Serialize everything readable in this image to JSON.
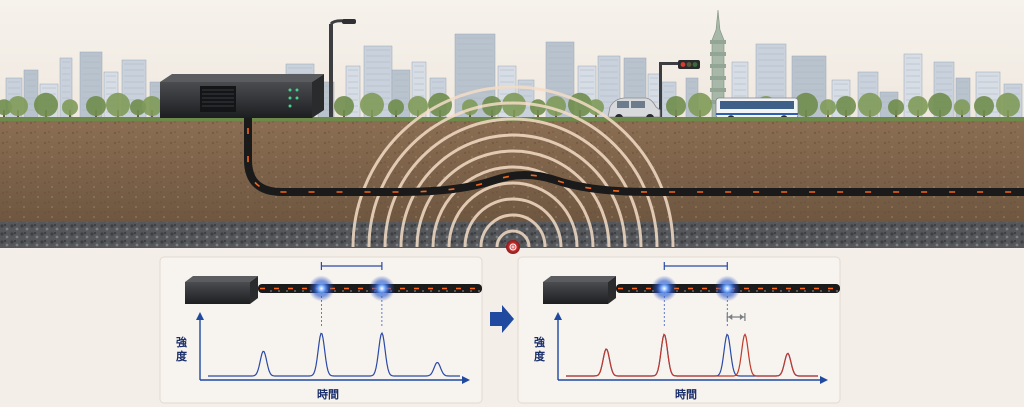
{
  "panels": [
    {
      "id": "before",
      "ylabel": "強度",
      "xlabel": "時間",
      "pulses": [
        {
          "t": 0.22,
          "h": 0.55,
          "color": "#2b4aa6"
        },
        {
          "t": 0.45,
          "h": 0.95,
          "color": "#2b4aa6"
        },
        {
          "t": 0.69,
          "h": 0.95,
          "color": "#2b4aa6"
        },
        {
          "t": 0.91,
          "h": 0.3,
          "color": "#2b4aa6"
        }
      ]
    },
    {
      "id": "after",
      "ylabel": "強度",
      "xlabel": "時間",
      "pulses": [
        {
          "t": 0.16,
          "h": 0.6,
          "color": "#2b4aa6"
        },
        {
          "t": 0.16,
          "h": 0.6,
          "color": "#c0392b"
        },
        {
          "t": 0.39,
          "h": 0.92,
          "color": "#2b4aa6"
        },
        {
          "t": 0.39,
          "h": 0.92,
          "color": "#c0392b"
        },
        {
          "t": 0.64,
          "h": 0.92,
          "color": "#2b4aa6"
        },
        {
          "t": 0.71,
          "h": 0.92,
          "color": "#c0392b"
        },
        {
          "t": 0.88,
          "h": 0.5,
          "color": "#2b4aa6"
        },
        {
          "t": 0.88,
          "h": 0.5,
          "color": "#c0392b"
        }
      ]
    }
  ],
  "colors": {
    "sky": "#f3eee8",
    "soil": "#8a6b4f",
    "gravel": "#5b5d60",
    "fiber_glow": "#ff6a1a",
    "ripple": "#f2d9c4",
    "axis": "#1f4aa0",
    "arrow": "#1f4aa0"
  }
}
